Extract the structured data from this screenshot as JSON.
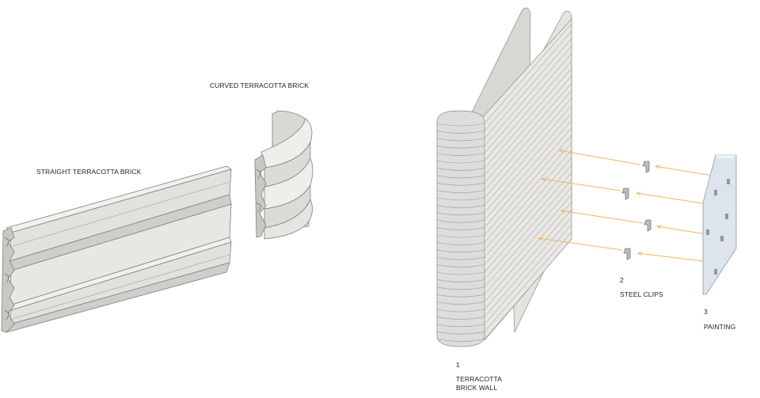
{
  "labels": {
    "curved_brick": "CURVED TERRACOTTA BRICK",
    "straight_brick": "STRAIGHT TERRACOTTA BRICK",
    "wall_number": "1",
    "wall_line1": "TERRACOTTA",
    "wall_line2": "BRICK WALL",
    "clips_number": "2",
    "clips_label": "STEEL CLIPS",
    "painting_number": "3",
    "painting_label": "PAINTING"
  },
  "colors": {
    "brick_light": "#ecebe8",
    "brick_mid": "#d6d5d2",
    "brick_dark": "#b9b8b5",
    "outline": "#7f7f7f",
    "arrow": "#f0b75a",
    "painting": "#dde4ec"
  },
  "icons": [
    "curved-terracotta-brick-icon",
    "straight-terracotta-brick-icon",
    "terracotta-wall-icon",
    "steel-clip-icon",
    "painting-panel-icon"
  ]
}
